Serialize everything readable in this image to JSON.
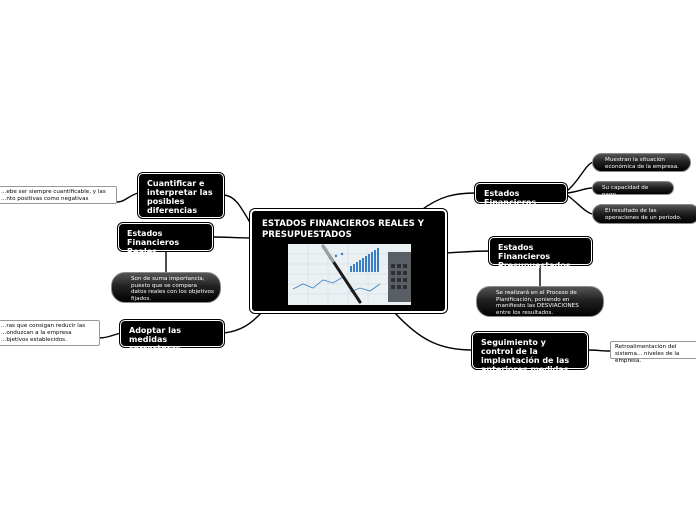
{
  "central": {
    "title": "ESTADOS FINANCIEROS REALES Y PRESUPUESTADOS",
    "image": "financial-charts-with-pen-photo"
  },
  "left_topics": {
    "cuantificar": "Cuantificar e interpretar las posibles diferencias",
    "reales": "Estados Financieros Reales",
    "adoptar": "Adoptar las medidas correctoras oportunas"
  },
  "right_topics": {
    "financieros": "Estados Financieros",
    "presupuestados": "Estados Financieros Presupuestados",
    "seguimiento": "Seguimiento y control de la implantación de las anteriores medidas"
  },
  "notes": {
    "cuantificar_note": "...ebe ser siempre cuantificable, y las ...nto positivas como negativas",
    "reales_note": "Son de suma importancia, puesto que se compara datos reales con los objetivos fijados.",
    "adoptar_note": "...ras que consigan reducir las ...onduzcan a la empresa ...bjetivos establecidos.",
    "fin_note_1": "Muestran la situación económica de la empresa.",
    "fin_note_2": "Su capacidad de pago.",
    "fin_note_3": "El resultado de las operaciones de un periodo.",
    "presupuestados_note": "Se realizará en el Proceso de Planificación, poniendo en manifiesto las DESVIACIONES entre los resultados.",
    "seguimiento_note": "Retroalimentación del sistema... niveles de la empresa."
  }
}
